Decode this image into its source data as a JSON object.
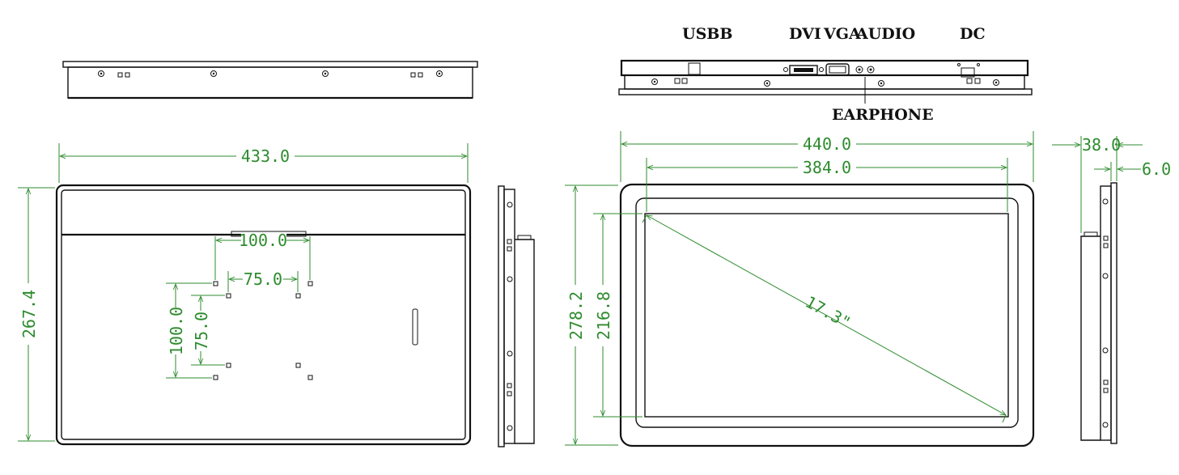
{
  "labels": {
    "usbb": "USBB",
    "dvi": "DVI",
    "vga": "VGA",
    "audio": "AUDIO",
    "dc": "DC",
    "earphone": "EARPHONE"
  },
  "dimensions": {
    "back_width": "433.0",
    "back_height": "267.4",
    "vesa_outer_w": "100.0",
    "vesa_inner_w": "75.0",
    "vesa_outer_h": "100.0",
    "vesa_inner_h": "75.0",
    "front_width": "440.0",
    "screen_width": "384.0",
    "front_height": "278.2",
    "screen_height": "216.8",
    "diagonal": "17.3\"",
    "depth": "38.0",
    "bezel": "6.0"
  },
  "colors": {
    "line": "#111111",
    "dimension": "#2e8b2e"
  }
}
